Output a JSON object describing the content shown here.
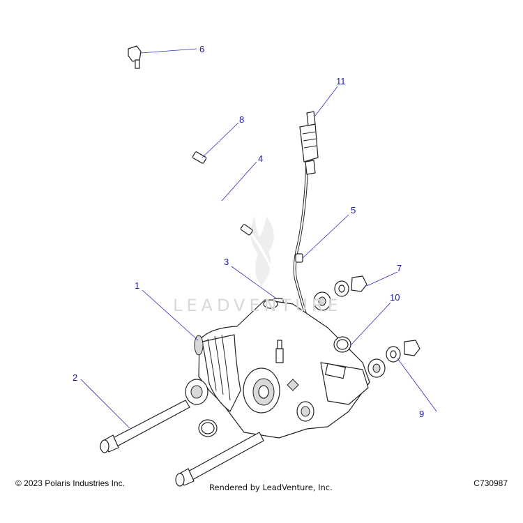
{
  "diagram": {
    "watermark": "LEADVENTURE",
    "callouts": [
      {
        "id": "1",
        "label": "1"
      },
      {
        "id": "2",
        "label": "2"
      },
      {
        "id": "3",
        "label": "3"
      },
      {
        "id": "4",
        "label": "4"
      },
      {
        "id": "5",
        "label": "5"
      },
      {
        "id": "6",
        "label": "6"
      },
      {
        "id": "7",
        "label": "7"
      },
      {
        "id": "8",
        "label": "8"
      },
      {
        "id": "9",
        "label": "9"
      },
      {
        "id": "10",
        "label": "10"
      },
      {
        "id": "11",
        "label": "11"
      }
    ]
  },
  "footer": {
    "copyright": "© 2023 Polaris Industries Inc.",
    "rendered_by": "Rendered by LeadVenture, Inc.",
    "part_code": "C730987"
  },
  "colors": {
    "callout": "#1a1aa8",
    "line": "#222222",
    "watermark": "#d8d8d8"
  }
}
